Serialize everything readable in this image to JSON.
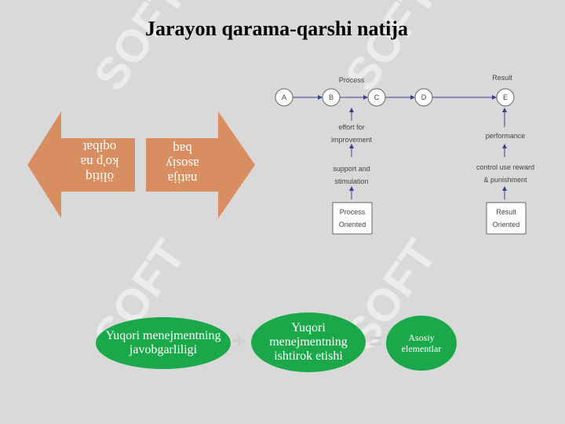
{
  "title": "Jarayon qarama-qarshi natija",
  "arrows": {
    "left_lines": [
      "ölitiq",
      "ko'p na",
      "oqibat"
    ],
    "right_lines": [
      "natija",
      "asosiy",
      "baq"
    ],
    "color": "#d98e62"
  },
  "diagram": {
    "process_label": "Process",
    "result_label": "Result",
    "nodes": [
      "A",
      "B",
      "C",
      "D",
      "E"
    ],
    "effort_label_1": "effort for",
    "effort_label_2": "improvement",
    "support_label_1": "support and",
    "support_label_2": "stimulation",
    "process_box_1": "Process",
    "process_box_2": "Oriented",
    "performance_label": "performance",
    "control_label_1": "control use reward",
    "control_label_2": "& punishment",
    "result_box_1": "Result",
    "result_box_2": "Oriented"
  },
  "equation": {
    "term1": "Yuqori menejmentning javobgarliligi",
    "plus": "+",
    "term2": "Yuqori menejmentning ishtirok etishi",
    "equals": "=",
    "result": "Asosiy elementlar",
    "color": "#1aa84a"
  }
}
